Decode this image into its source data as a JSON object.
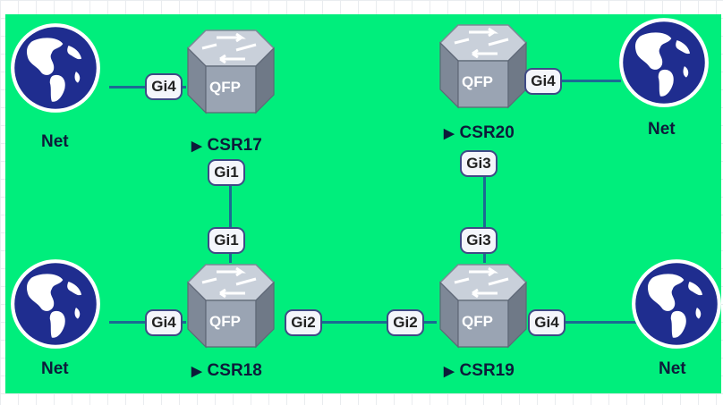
{
  "colors": {
    "topology_background": "#00ee7c",
    "link": "#1b6b93",
    "port_border": "#3f4a86",
    "label_text": "#0d1b3a"
  },
  "icons": {
    "cloud": "globe-icon",
    "router": "router-icon"
  },
  "nodes": {
    "net_top_left": {
      "label": "Net"
    },
    "net_top_right": {
      "label": "Net"
    },
    "net_bottom_left": {
      "label": "Net"
    },
    "net_bottom_right": {
      "label": "Net"
    },
    "csr17": {
      "label": "CSR17",
      "chip": "QFP"
    },
    "csr18": {
      "label": "CSR18",
      "chip": "QFP"
    },
    "csr19": {
      "label": "CSR19",
      "chip": "QFP"
    },
    "csr20": {
      "label": "CSR20",
      "chip": "QFP"
    }
  },
  "ports": {
    "csr17_gi4": "Gi4",
    "csr17_gi1": "Gi1",
    "csr18_gi1": "Gi1",
    "csr18_gi4": "Gi4",
    "csr18_gi2": "Gi2",
    "csr19_gi2": "Gi2",
    "csr19_gi4": "Gi4",
    "csr19_gi3": "Gi3",
    "csr20_gi3": "Gi3",
    "csr20_gi4": "Gi4"
  },
  "play_glyph": "▶"
}
